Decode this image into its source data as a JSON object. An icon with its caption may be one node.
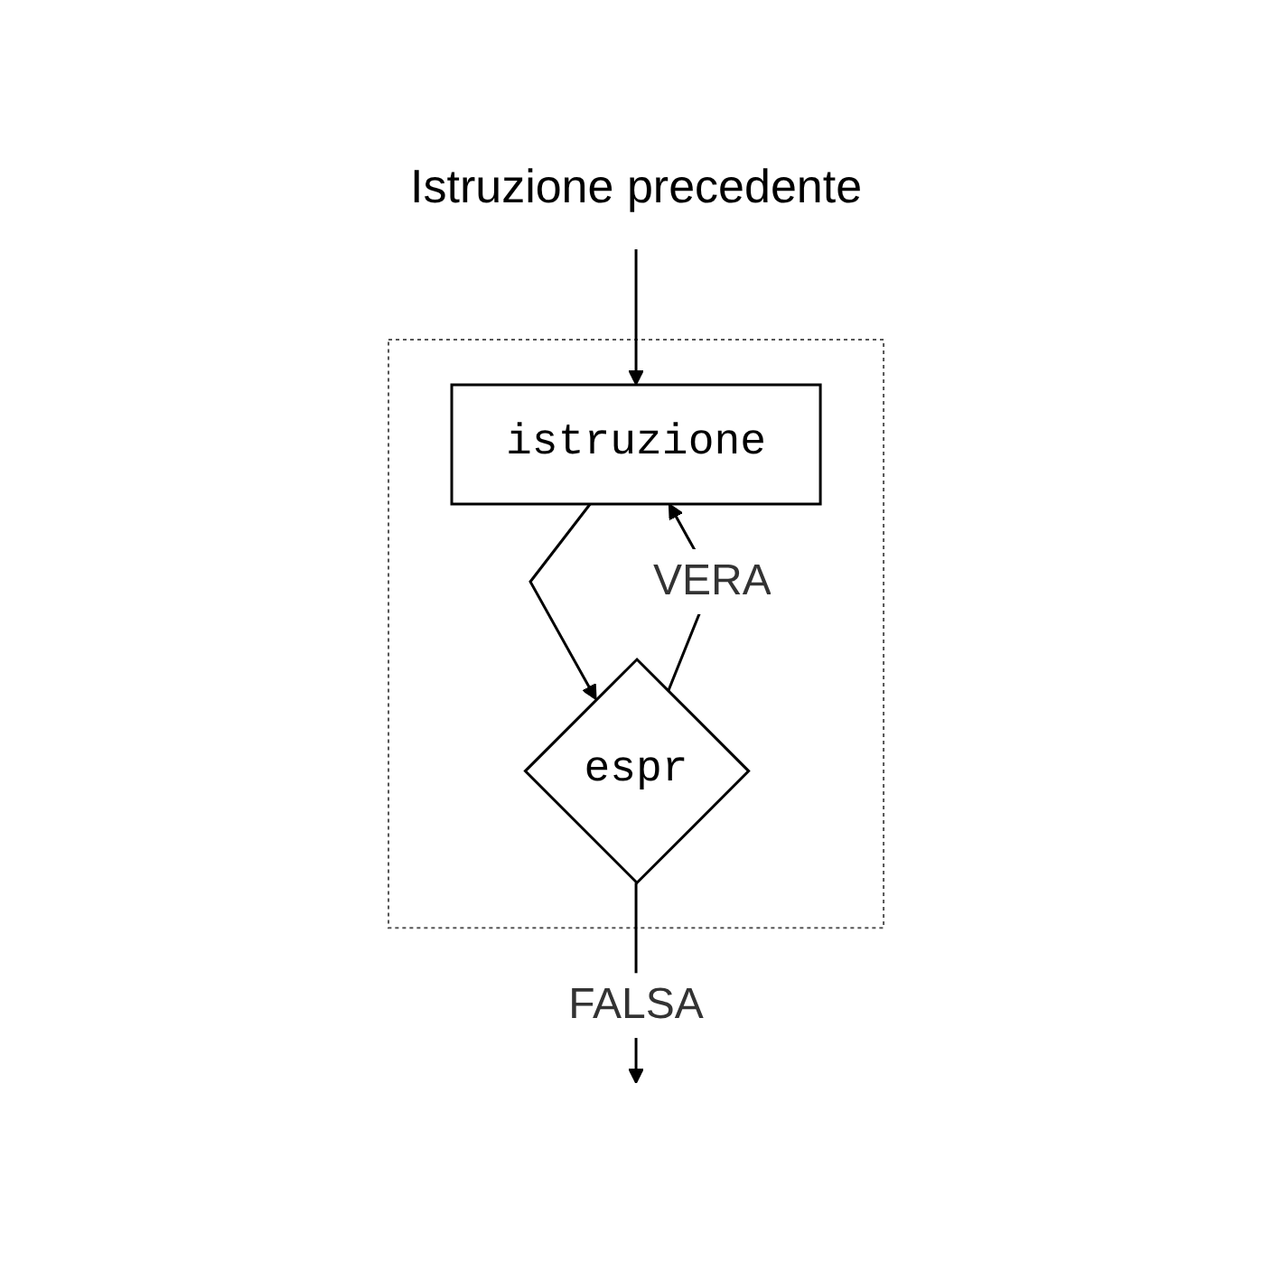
{
  "diagram": {
    "nodes": [
      {
        "text": [
          "Istruzione precedente"
        ]
      },
      {
        "text": [],
        "shape": "box"
      },
      {
        "text": [
          "istruzione"
        ],
        "in": 1
      },
      {
        "text": [
          "espr"
        ],
        "in": 1
      }
    ],
    "edges": [
      {
        "from": 0,
        "to": 2,
        "arrow": "to"
      },
      {
        "from": 2,
        "to": 3,
        "arrow": "to"
      },
      {
        "from": 3,
        "to": 2,
        "arrow": "to",
        "label": "VERA"
      },
      {
        "from": 3,
        "to": null,
        "arrow": "to",
        "label": "FALSA"
      }
    ]
  }
}
